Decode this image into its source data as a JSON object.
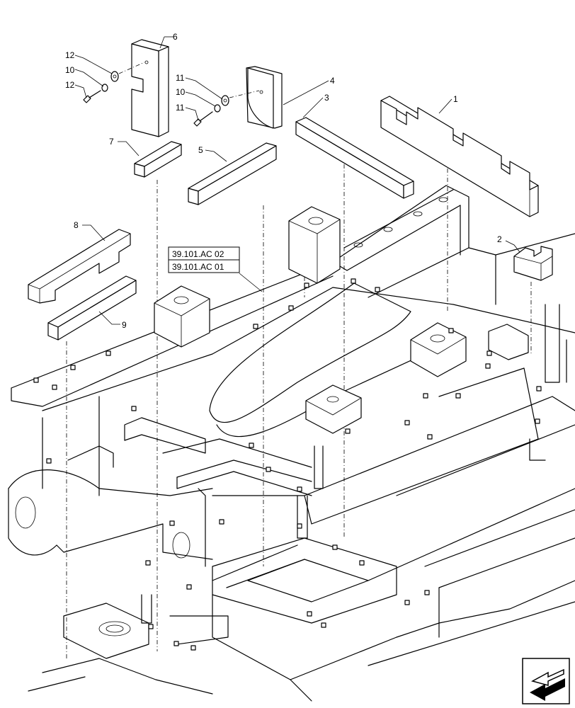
{
  "diagram": {
    "callouts": [
      {
        "id": "c1",
        "label": "1"
      },
      {
        "id": "c2",
        "label": "2"
      },
      {
        "id": "c3",
        "label": "3"
      },
      {
        "id": "c4",
        "label": "4"
      },
      {
        "id": "c5",
        "label": "5"
      },
      {
        "id": "c6",
        "label": "6"
      },
      {
        "id": "c7",
        "label": "7"
      },
      {
        "id": "c8",
        "label": "8"
      },
      {
        "id": "c9",
        "label": "9"
      },
      {
        "id": "c10a",
        "label": "10"
      },
      {
        "id": "c10b",
        "label": "10"
      },
      {
        "id": "c11a",
        "label": "11"
      },
      {
        "id": "c11b",
        "label": "11"
      },
      {
        "id": "c12a",
        "label": "12"
      },
      {
        "id": "c12b",
        "label": "12"
      }
    ],
    "references": [
      {
        "label": "39.101.AC 02"
      },
      {
        "label": "39.101.AC 01"
      }
    ],
    "nav_icon": "arrow-next-page-icon"
  }
}
